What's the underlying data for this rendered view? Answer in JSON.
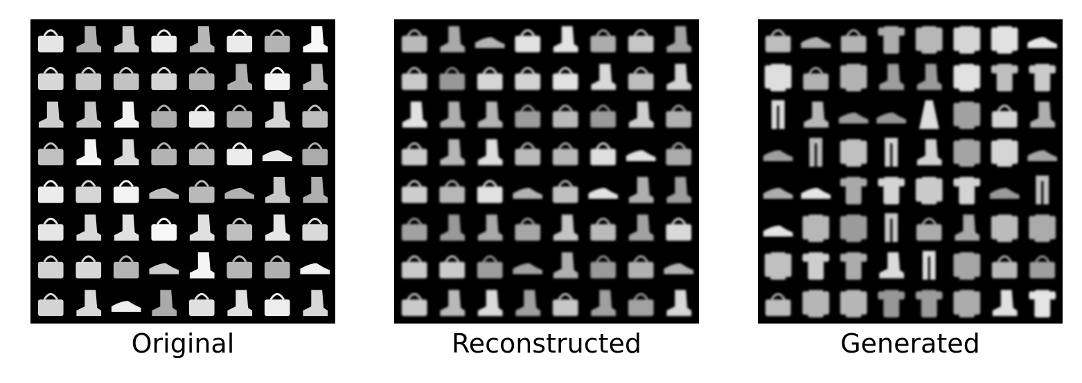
{
  "figure": {
    "panels": [
      {
        "label": "Original",
        "style": "sharp",
        "grid": [
          [
            "bag",
            "ankle-boot",
            "ankle-boot",
            "bag",
            "ankle-boot",
            "bag",
            "bag",
            "ankle-boot"
          ],
          [
            "bag",
            "bag",
            "bag",
            "bag",
            "bag",
            "ankle-boot",
            "bag",
            "ankle-boot"
          ],
          [
            "ankle-boot",
            "ankle-boot",
            "ankle-boot",
            "bag",
            "bag",
            "bag",
            "ankle-boot",
            "bag"
          ],
          [
            "bag",
            "ankle-boot",
            "ankle-boot",
            "bag",
            "bag",
            "bag",
            "sneaker",
            "bag"
          ],
          [
            "bag",
            "bag",
            "bag",
            "sneaker",
            "bag",
            "sneaker",
            "ankle-boot",
            "ankle-boot"
          ],
          [
            "bag",
            "ankle-boot",
            "ankle-boot",
            "bag",
            "ankle-boot",
            "bag",
            "ankle-boot",
            "bag"
          ],
          [
            "bag",
            "bag",
            "bag",
            "sneaker",
            "ankle-boot",
            "bag",
            "bag",
            "sneaker"
          ],
          [
            "bag",
            "ankle-boot",
            "sneaker",
            "ankle-boot",
            "bag",
            "ankle-boot",
            "bag",
            "ankle-boot"
          ]
        ]
      },
      {
        "label": "Reconstructed",
        "style": "blurry",
        "grid": [
          [
            "bag",
            "ankle-boot",
            "sneaker",
            "bag",
            "ankle-boot",
            "bag",
            "bag",
            "ankle-boot"
          ],
          [
            "bag",
            "bag",
            "bag",
            "bag",
            "bag",
            "ankle-boot",
            "bag",
            "ankle-boot"
          ],
          [
            "ankle-boot",
            "ankle-boot",
            "ankle-boot",
            "bag",
            "bag",
            "bag",
            "ankle-boot",
            "bag"
          ],
          [
            "bag",
            "ankle-boot",
            "ankle-boot",
            "bag",
            "bag",
            "bag",
            "sneaker",
            "bag"
          ],
          [
            "bag",
            "bag",
            "bag",
            "sneaker",
            "bag",
            "sneaker",
            "ankle-boot",
            "ankle-boot"
          ],
          [
            "bag",
            "ankle-boot",
            "ankle-boot",
            "bag",
            "ankle-boot",
            "bag",
            "ankle-boot",
            "bag"
          ],
          [
            "bag",
            "bag",
            "bag",
            "sneaker",
            "ankle-boot",
            "bag",
            "bag",
            "sneaker"
          ],
          [
            "bag",
            "ankle-boot",
            "ankle-boot",
            "ankle-boot",
            "bag",
            "ankle-boot",
            "bag",
            "ankle-boot"
          ]
        ]
      },
      {
        "label": "Generated",
        "style": "blurry",
        "grid": [
          [
            "bag",
            "sneaker",
            "bag",
            "shirt",
            "pullover",
            "pullover",
            "pullover",
            "sneaker"
          ],
          [
            "coat",
            "bag",
            "pullover",
            "ankle-boot",
            "ankle-boot",
            "pullover",
            "shirt",
            "shirt"
          ],
          [
            "trouser",
            "ankle-boot",
            "sneaker",
            "sneaker",
            "dress",
            "pullover",
            "bag",
            "ankle-boot"
          ],
          [
            "sneaker",
            "trouser",
            "coat",
            "trouser",
            "ankle-boot",
            "pullover",
            "pullover",
            "sneaker"
          ],
          [
            "sneaker",
            "sneaker",
            "shirt",
            "shirt",
            "pullover",
            "shirt",
            "sneaker",
            "trouser"
          ],
          [
            "sneaker",
            "coat",
            "coat",
            "trouser",
            "bag",
            "ankle-boot",
            "coat",
            "coat"
          ],
          [
            "coat",
            "shirt",
            "shirt",
            "ankle-boot",
            "trouser",
            "pullover",
            "bag",
            "bag"
          ],
          [
            "bag",
            "pullover",
            "coat",
            "shirt",
            "shirt",
            "coat",
            "ankle-boot",
            "shirt"
          ]
        ]
      }
    ]
  }
}
